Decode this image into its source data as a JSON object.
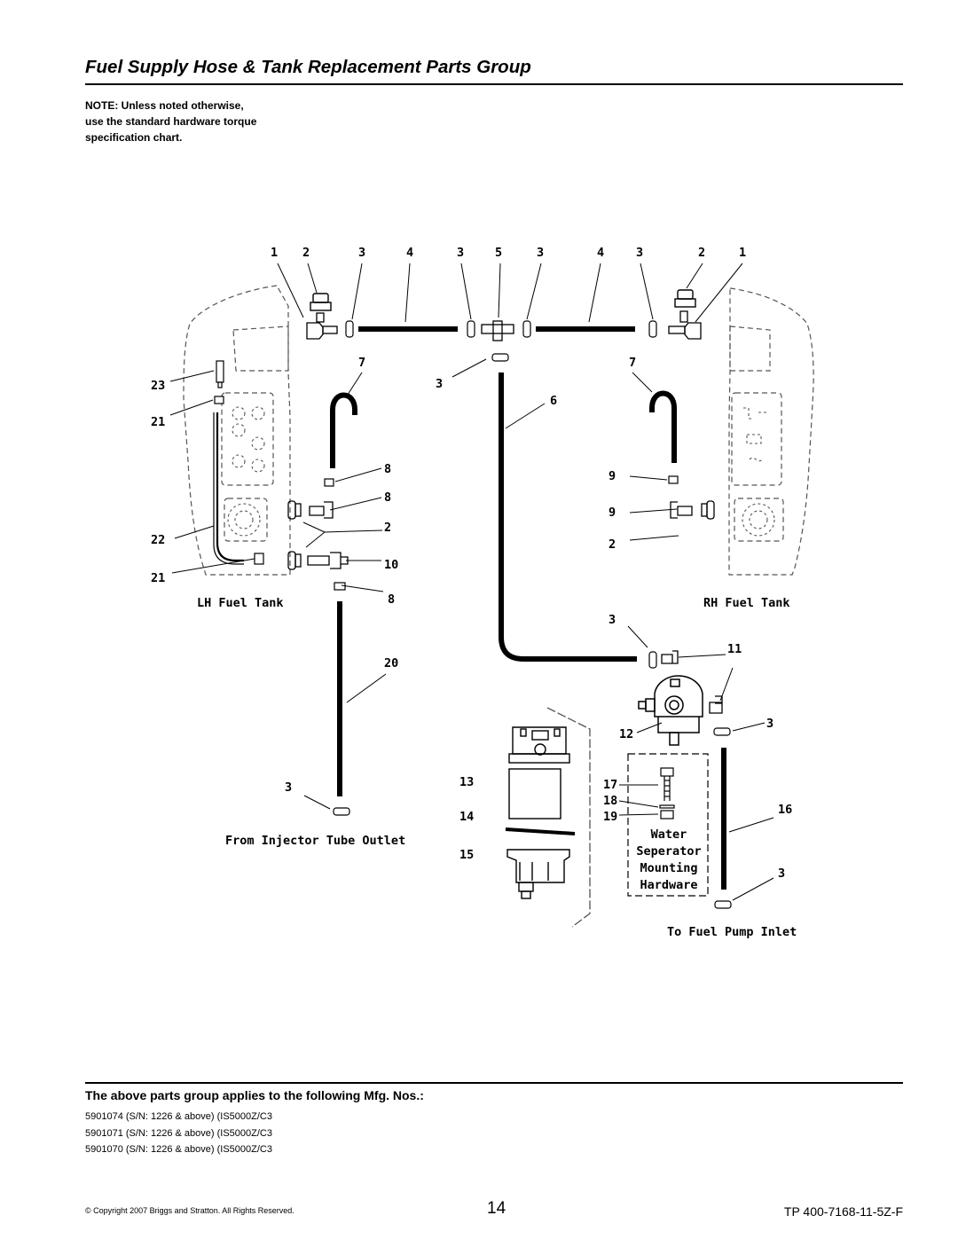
{
  "title": "Fuel Supply Hose & Tank Replacement Parts Group",
  "note": {
    "lines": [
      "NOTE: Unless noted otherwise,",
      "use the standard hardware torque",
      "specification chart."
    ]
  },
  "diagram": {
    "callouts": [
      "1",
      "2",
      "3",
      "4",
      "3",
      "5",
      "3",
      "4",
      "3",
      "2",
      "1",
      "7",
      "3",
      "7",
      "23",
      "21",
      "6",
      "8",
      "9",
      "8",
      "22",
      "2",
      "10",
      "9",
      "21",
      "8",
      "2",
      "3",
      "11",
      "20",
      "12",
      "3",
      "13",
      "17",
      "3",
      "18",
      "14",
      "19",
      "16",
      "15",
      "3"
    ],
    "labels": {
      "lh_tank": "LH Fuel Tank",
      "rh_tank": "RH Fuel Tank",
      "injector": "From Injector Tube Outlet",
      "pump_inlet": "To Fuel Pump Inlet",
      "hardware": [
        "Water",
        "Seperator",
        "Mounting",
        "Hardware"
      ]
    }
  },
  "applies_heading": "The above parts group applies to the following Mfg. Nos.:",
  "mfg_numbers": [
    "5901074 (S/N: 1226 & above) (IS5000Z/C3",
    "5901071 (S/N: 1226 & above) (IS5000Z/C3",
    "5901070 (S/N: 1226 & above) (IS5000Z/C3"
  ],
  "footer": {
    "copyright": "© Copyright  2007 Briggs and Stratton. All Rights Reserved.",
    "page_number": "14",
    "doc_number": "TP 400-7168-11-5Z-F"
  }
}
